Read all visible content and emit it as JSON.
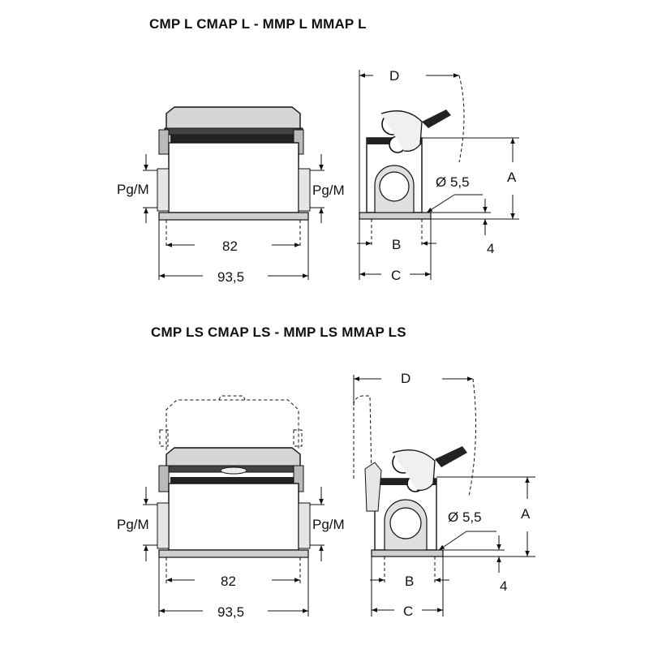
{
  "titles": {
    "top": "CMP L  CMAP L - MMP L  MMAP L",
    "bottom": "CMP LS  CMAP LS - MMP LS  MMAP LS"
  },
  "labels": {
    "pg": "Pg/M",
    "width_inner": "82",
    "width_outer": "93,5",
    "d": "D",
    "a": "A",
    "b": "B",
    "c": "C",
    "hole": "Ø 5,5",
    "base": "4"
  }
}
